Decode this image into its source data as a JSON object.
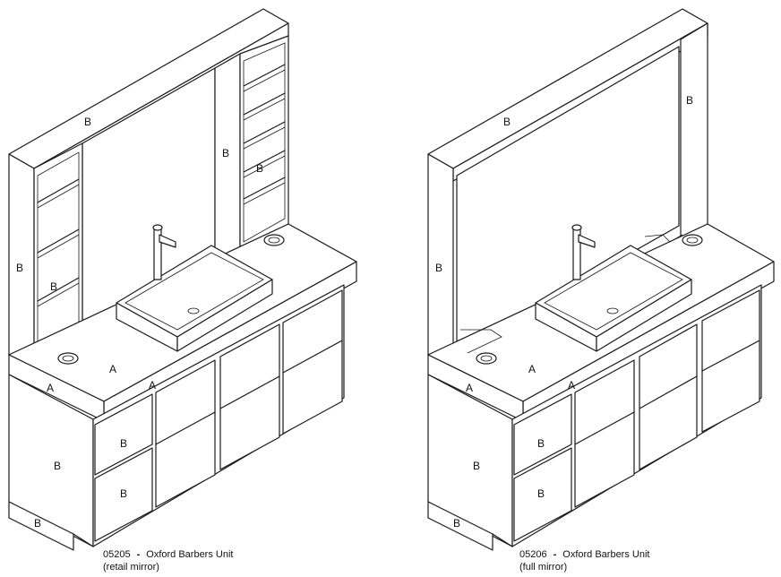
{
  "units": [
    {
      "code": "05205",
      "separator": "-",
      "name": "Oxford Barbers Unit",
      "variant": "(retail mirror)",
      "labels": {
        "mirror_top": "B",
        "tower_left": "B",
        "shelf_left": "B",
        "tower_right": "B",
        "shelf_right": "B",
        "counter_top": "A",
        "counter_edge_left": "A",
        "counter_edge_front": "A",
        "cabinet_side": "B",
        "drawer_upper": "B",
        "drawer_lower": "B",
        "plinth": "B"
      }
    },
    {
      "code": "05206",
      "separator": "-",
      "name": "Oxford Barbers Unit",
      "variant": "(full mirror)",
      "labels": {
        "mirror_top": "B",
        "frame_left": "B",
        "frame_right": "B",
        "counter_top": "A",
        "counter_edge_left": "A",
        "counter_edge_front": "A",
        "cabinet_side": "B",
        "drawer_upper": "B",
        "drawer_lower": "B",
        "plinth": "B"
      }
    }
  ]
}
